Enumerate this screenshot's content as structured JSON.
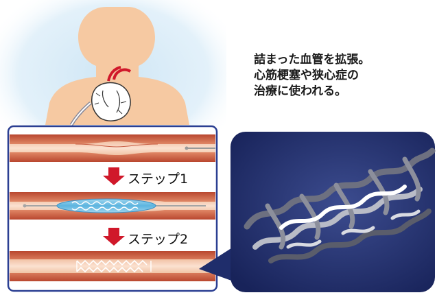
{
  "caption": {
    "line1": "詰まった血管を拡張。",
    "line2": "心筋梗塞や狭心症の",
    "line3": "治療に使われる。"
  },
  "steps": {
    "step1_label": "ステップ1",
    "step2_label": "ステップ2"
  },
  "colors": {
    "body_skin": "#f6c9a2",
    "halo": "#d9ecf7",
    "vessel_wall": "#d9745a",
    "vessel_lumen": "#f6d2b9",
    "arrow": "#d0182a",
    "panel_border": "#2b3f92",
    "balloon": "#7fc6e8",
    "stent_bg": "#1f2d6b"
  }
}
